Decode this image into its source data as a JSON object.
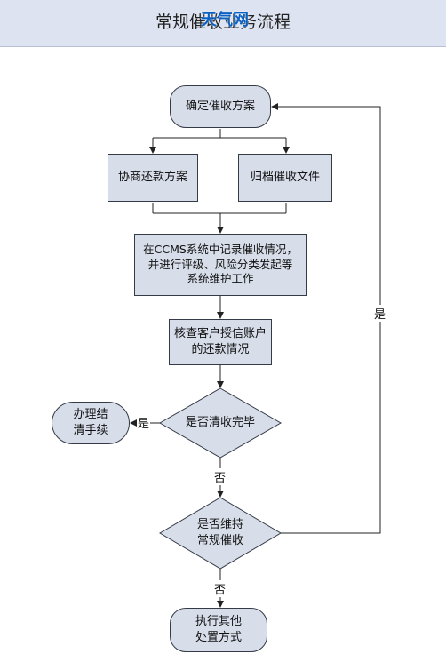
{
  "header": {
    "title": "常规催收业务流程",
    "overlay_text": "天气网"
  },
  "nodes": {
    "start": "确定催收方案",
    "negotiate": "协商还款方案",
    "archive": "归档催收文件",
    "record": "在CCMS系统中记录催收情况，\n并进行评级、风险分类发起等\n系统维护工作",
    "check": "核查客户授信账户\n的还款情况",
    "decision_paid": "是否清收完毕",
    "settle": "办理结\n清手续",
    "decision_continue": "是否维持\n常规催收",
    "other": "执行其他\n处置方式"
  },
  "edge_labels": {
    "yes_settle": "是",
    "no_continue": "否",
    "yes_loop": "是",
    "no_other": "否"
  },
  "colors": {
    "node_fill": "#d7deea",
    "node_border": "#343a46",
    "header_bg": "#dde3f0",
    "overlay_text": "#0b62c4"
  }
}
